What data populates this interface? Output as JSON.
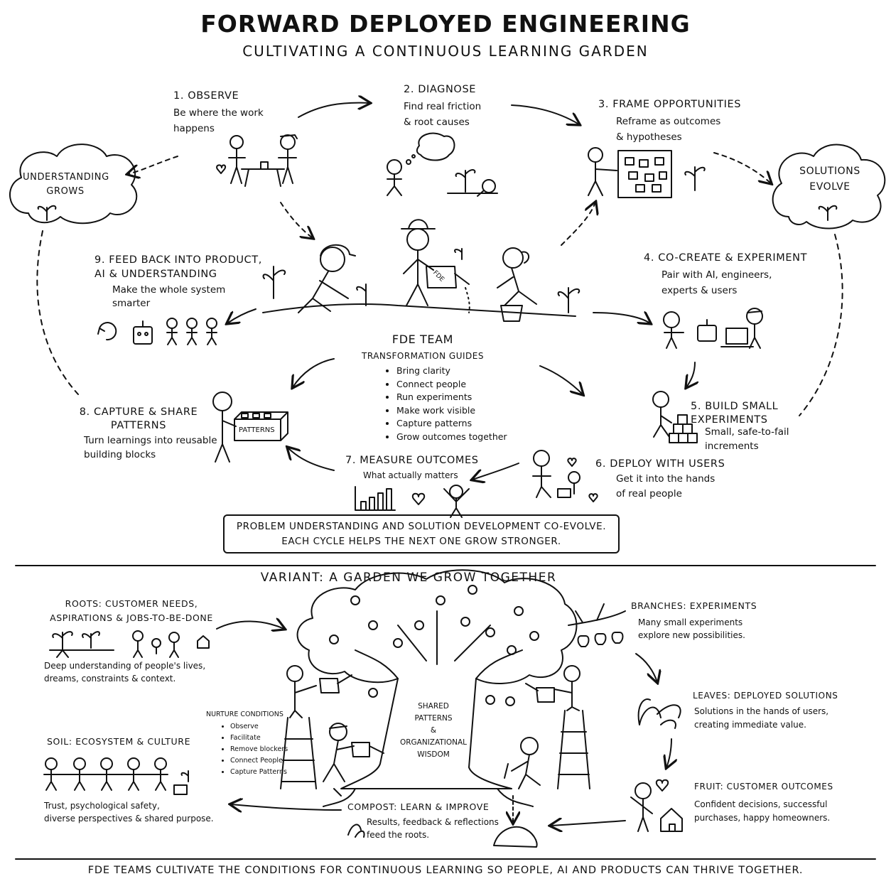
{
  "header": {
    "title": "FORWARD DEPLOYED ENGINEERING",
    "subtitle": "CULTIVATING A CONTINUOUS LEARNING GARDEN"
  },
  "clouds": {
    "left": "UNDERSTANDING\nGROWS",
    "right": "SOLUTIONS\nEVOLVE"
  },
  "steps": [
    {
      "title": "1. OBSERVE",
      "desc": "Be where the work\nhappens"
    },
    {
      "title": "2. DIAGNOSE",
      "desc": "Find real friction\n& root causes"
    },
    {
      "title": "3. FRAME OPPORTUNITIES",
      "desc": "Reframe as outcomes\n& hypotheses"
    },
    {
      "title": "4. CO-CREATE & EXPERIMENT",
      "desc": "Pair with AI, engineers,\nexperts & users"
    },
    {
      "title": "5. BUILD SMALL\nEXPERIMENTS",
      "desc": "Small, safe-to-fail\nincrements"
    },
    {
      "title": "6. DEPLOY WITH USERS",
      "desc": "Get it into the hands\nof real people"
    },
    {
      "title": "7. MEASURE OUTCOMES",
      "desc": "What actually matters"
    },
    {
      "title": "8. CAPTURE & SHARE\nPATTERNS",
      "desc": "Turn learnings into reusable\nbuilding blocks"
    },
    {
      "title": "9. FEED BACK INTO PRODUCT,\nAI & UNDERSTANDING",
      "desc": "Make the whole system\nsmarter"
    }
  ],
  "fde_team": {
    "title": "FDE TEAM",
    "subtitle": "TRANSFORMATION GUIDES",
    "bullets": [
      "Bring clarity",
      "Connect people",
      "Run experiments",
      "Make work visible",
      "Capture patterns",
      "Grow outcomes together"
    ]
  },
  "labels": {
    "can": "FDE",
    "pattern_box": "PATTERNS"
  },
  "banner": {
    "line1": "PROBLEM UNDERSTANDING AND SOLUTION DEVELOPMENT CO-EVOLVE.",
    "line2": "EACH CYCLE HELPS THE NEXT ONE GROW STRONGER."
  },
  "variant": {
    "title": "VARIANT: A GARDEN WE GROW TOGETHER",
    "roots": {
      "title": "ROOTS: CUSTOMER NEEDS,\nASPIRATIONS & JOBS-TO-BE-DONE",
      "desc": "Deep understanding of people's lives,\ndreams, constraints & context."
    },
    "soil": {
      "title": "SOIL: ECOSYSTEM & CULTURE",
      "desc": "Trust, psychological safety,\ndiverse perspectives & shared purpose."
    },
    "branches": {
      "title": "BRANCHES: EXPERIMENTS",
      "desc": "Many small experiments\nexplore new possibilities."
    },
    "leaves": {
      "title": "LEAVES: DEPLOYED SOLUTIONS",
      "desc": "Solutions in the hands of users,\ncreating immediate value."
    },
    "fruit": {
      "title": "FRUIT: CUSTOMER OUTCOMES",
      "desc": "Confident decisions, successful\npurchases, happy homeowners."
    },
    "compost": {
      "title": "COMPOST: LEARN & IMPROVE",
      "desc": "Results, feedback & reflections\nfeed the roots."
    },
    "nurture": {
      "title": "NURTURE CONDITIONS",
      "bullets": [
        "Observe",
        "Facilitate",
        "Remove blockers",
        "Connect People",
        "Capture Patterns"
      ]
    },
    "trunk": "SHARED\nPATTERNS\n&\nORGANIZATIONAL\nWISDOM"
  },
  "footer": "FDE TEAMS CULTIVATE THE CONDITIONS FOR CONTINUOUS LEARNING SO PEOPLE, AI AND PRODUCTS CAN THRIVE TOGETHER."
}
